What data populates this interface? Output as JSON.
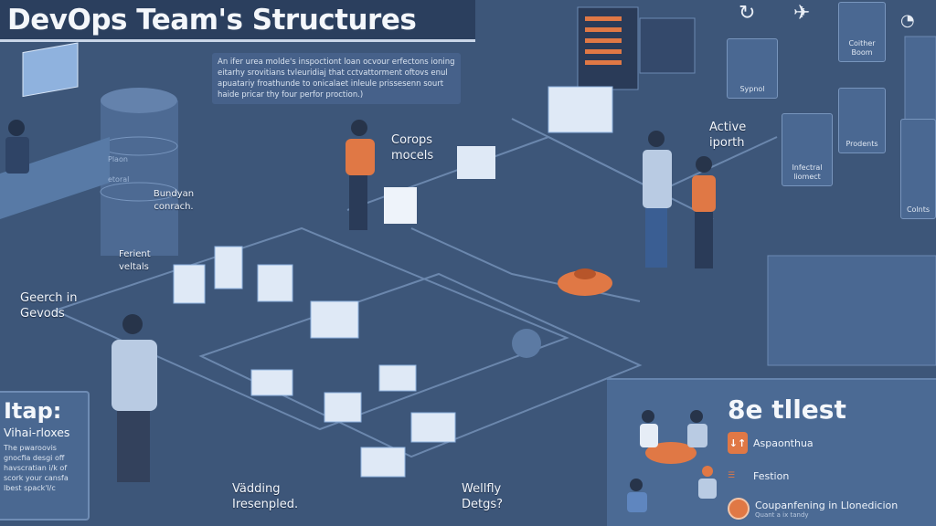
{
  "header": {
    "title": "DevOps Team's Structures"
  },
  "intro": {
    "text": "An ifer urea molde's inspoctiont loan ocvour erfectons ioning eitarhy srovitians tvleuridiaj that cctvattorment oftovs enul apuatariy froathunde to onicalaet inleule prissesenn sourt haide pricar thy four perfor proction.)"
  },
  "labels": {
    "server_top": "Plaon",
    "server_mid": "etoral",
    "bundyan": "Bundyan conrach.",
    "ferient": "Ferient veltals",
    "geerch": "Geerch in Gevods",
    "corops": "Corops mocels",
    "active": "Active iporth",
    "vadding": "Vädding Iresenpled.",
    "wellfly": "Wellfly Detgs?"
  },
  "top_right": {
    "tiles": [
      {
        "label": "Sypnol",
        "icon": "database-icon"
      },
      {
        "label": "Coither Boom",
        "icon": "donut-chart-icon"
      },
      {
        "label": "Prodents",
        "icon": "pie-chart-icon"
      },
      {
        "label": "Infectral liomect",
        "icon": "network-icon"
      },
      {
        "label": "Colnts",
        "icon": "gauge-icon"
      }
    ],
    "icons": [
      "refresh-icon",
      "twitter-bird-icon",
      "clock-icon"
    ]
  },
  "left_panel": {
    "heading": "Itap:",
    "subheading": "Vihai-rloxes",
    "text": "The pwaroovis gnocfia desgi off havscratian i/k of scork your cansfa lbest spack'l/c"
  },
  "right_panel": {
    "heading": "8e tllest",
    "items": [
      {
        "label": "Aspaonthua",
        "icon": "arrows-icon"
      },
      {
        "label": "Festion",
        "icon": "list-icon"
      },
      {
        "label": "Coupanfening in Llonedicion",
        "sub": "Quant a ix tandy",
        "icon": "pie-icon"
      }
    ]
  },
  "colors": {
    "background": "#3d5679",
    "accent": "#e07845",
    "panel": "#4b6a94",
    "title_bar": "#2b3f5e"
  }
}
